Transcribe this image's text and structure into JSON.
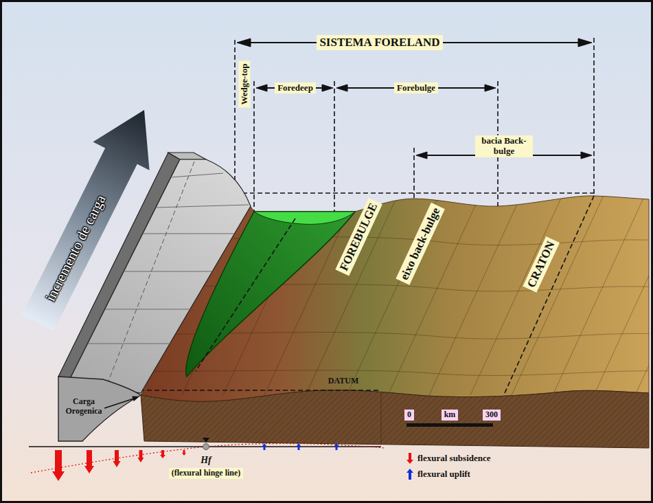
{
  "diagram": {
    "nodes": [
      {
        "text": [
          "SISTEMA FORELAND"
        ]
      },
      {
        "text": [
          "Wedge-top"
        ]
      },
      {
        "text": [
          "Foredeep"
        ]
      },
      {
        "text": [
          "Forebulge"
        ]
      },
      {
        "text": [
          "bacia Back-bulge"
        ]
      },
      {
        "text": [
          "incremento de carga"
        ]
      },
      {
        "text": [
          "FOREBULGE"
        ]
      },
      {
        "text": [
          "eixo back-bulge"
        ]
      },
      {
        "text": [
          "CRATON"
        ]
      },
      {
        "text": [
          "Carga Orogenica"
        ]
      },
      {
        "text": [
          "0"
        ]
      },
      {
        "text": [
          "km"
        ]
      },
      {
        "text": [
          "300"
        ]
      },
      {
        "text": [
          "(flexural hinge line)"
        ]
      }
    ],
    "labels": [
      "DATUM",
      "Hf"
    ],
    "legend": [
      {
        "text": "flexural subsidence"
      },
      {
        "text": "flexural uplift"
      }
    ]
  }
}
